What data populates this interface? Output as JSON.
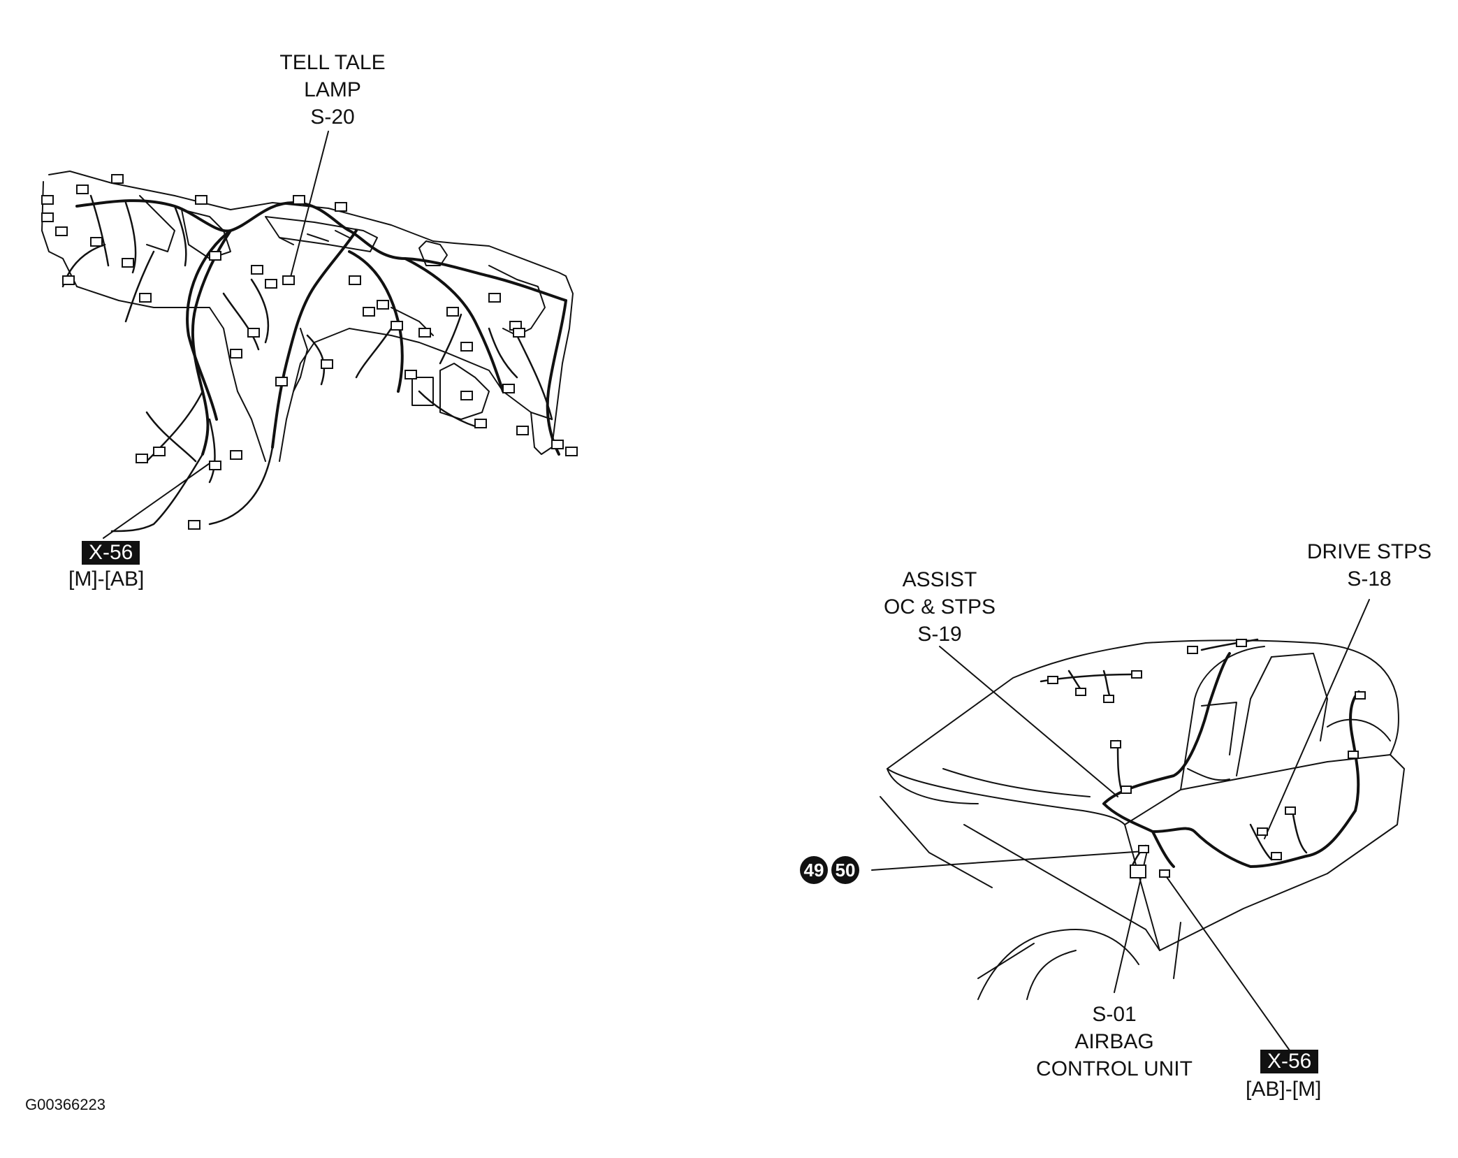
{
  "callouts": {
    "tell_tale": [
      "TELL TALE",
      "LAMP",
      "S-20"
    ],
    "assist": [
      "ASSIST",
      "OC & STPS",
      "S-19"
    ],
    "drive": [
      "DRIVE STPS",
      "S-18"
    ],
    "airbag": [
      "S-01",
      "AIRBAG",
      "CONTROL UNIT"
    ]
  },
  "connectors": {
    "left": {
      "tag": "X-56",
      "sub": "[M]-[AB]"
    },
    "right": {
      "tag": "X-56",
      "sub": "[AB]-[M]"
    }
  },
  "grounds": [
    "49",
    "50"
  ],
  "figure_id": "G00366223"
}
